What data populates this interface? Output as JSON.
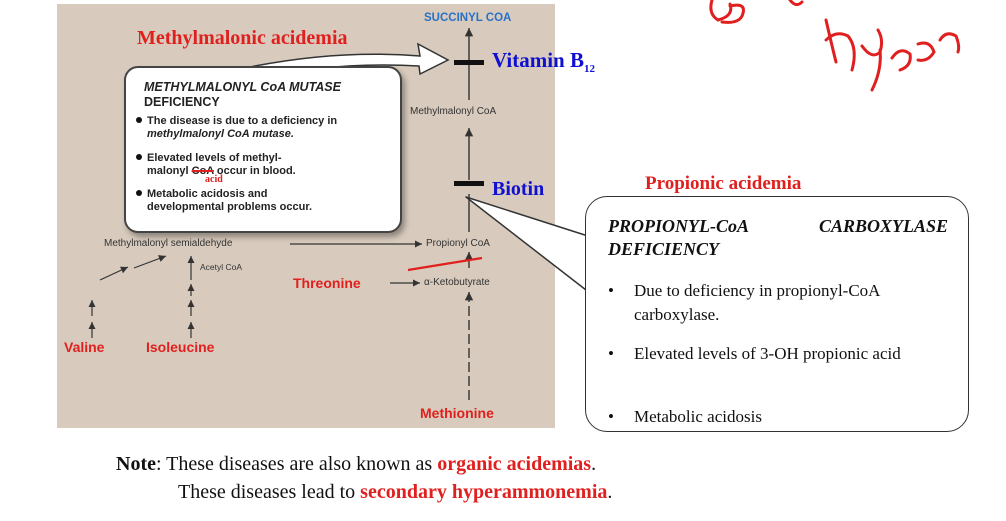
{
  "pathway": {
    "succinyl_coa": "SUCCINYL COA",
    "vitamin_b12": "Vitamin B",
    "vitamin_b12_sub": "12",
    "methylmalonyl_coa": "Methylmalonyl CoA",
    "biotin": "Biotin",
    "methylmalonyl_semialdehyde": "Methylmalonyl semialdehyde",
    "acetyl_coa": "Acetyl CoA",
    "propionyl_coa": "Propionyl CoA",
    "threonine": "Threonine",
    "ketobutyrate": "α-Ketobutyrate",
    "valine": "Valine",
    "isoleucine": "Isoleucine",
    "methionine": "Methionine"
  },
  "methylmalonic": {
    "heading": "Methylmalonic acidemia",
    "box_title": "METHYLMALONYL CoA MUTASE",
    "box_subtitle": "DEFICIENCY",
    "bullet1_a": "The disease is due to a deficiency in",
    "bullet1_b": "methylmalonyl CoA mutase.",
    "bullet2_a": "Elevated levels of methyl-",
    "bullet2_b1": "malonyl",
    "bullet2_struck": "CoA",
    "bullet2_b2": "occur in blood.",
    "bullet2_correction": "acid",
    "bullet3_a": "Metabolic acidosis and",
    "bullet3_b": "developmental problems occur."
  },
  "propionic": {
    "heading": "Propionic acidemia",
    "title_l1_left": "PROPIONYL-CoA",
    "title_l1_right": "CARBOXYLASE",
    "title_l2": "DEFICIENCY",
    "bullets": [
      "Due to deficiency in propionyl-CoA carboxylase.",
      "Elevated levels of 3-OH propionic acid",
      "Metabolic acidosis"
    ],
    "bullet_char": "•"
  },
  "note": {
    "label": "Note",
    "l1_text": ": These diseases are also known as ",
    "l1_red": "organic acidemias",
    "l1_end": ".",
    "l2_text": "These diseases lead to ",
    "l2_red": "secondary hyperammonemia",
    "l2_end": "."
  },
  "colors": {
    "red": "#e0201e",
    "blue": "#1010d0",
    "panel": "#d8cbbd"
  }
}
